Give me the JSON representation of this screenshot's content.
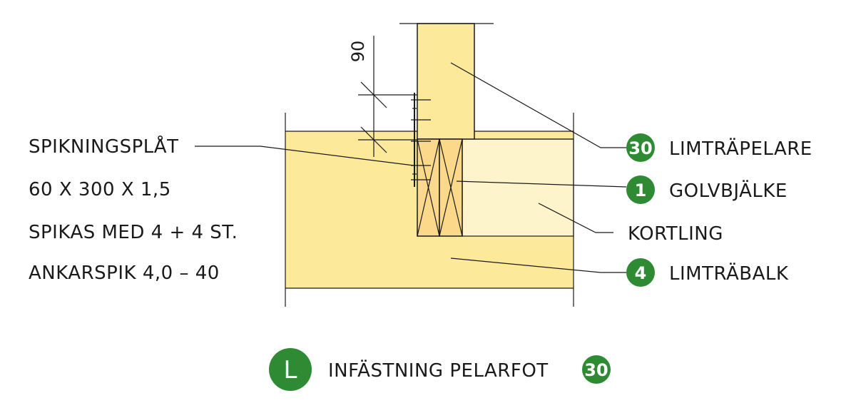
{
  "dimension": "90",
  "plate_lines": [
    "SPIKNINGSPLÅT",
    "60 X 300 X 1,5",
    "SPIKAS MED 4 + 4 ST.",
    "ANKARSPIK 4,0 – 40"
  ],
  "callouts": {
    "column": {
      "badge": "30",
      "label": "LIMTRÄPELARE"
    },
    "floor_joist": {
      "badge": "1",
      "label": "GOLVBJÄLKE"
    },
    "blocking": {
      "label": "KORTLING"
    },
    "beam": {
      "badge": "4",
      "label": "LIMTRÄBALK"
    }
  },
  "caption": {
    "badge": "L",
    "title": "INFÄSTNING PELARFOT",
    "ref_badge": "30"
  },
  "colors": {
    "wood": "#fde99a",
    "wood_light": "#fef4cc",
    "joist": "#fbd88a",
    "badge_green": "#2e8b34",
    "line": "#1a1a1a"
  }
}
